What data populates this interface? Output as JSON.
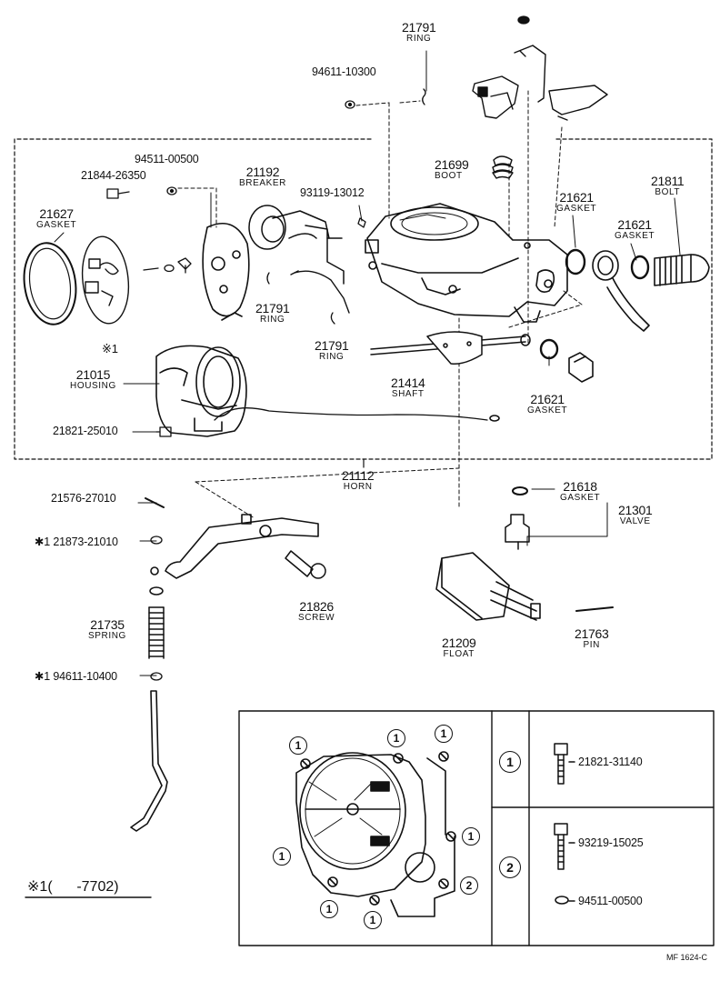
{
  "parts": [
    {
      "id": "p21791a",
      "number": "21791",
      "name": "RING"
    },
    {
      "id": "p946111030",
      "number": "94611-10300",
      "name": ""
    },
    {
      "id": "p945110050",
      "number": "94511-00500",
      "name": ""
    },
    {
      "id": "p218442635",
      "number": "21844-26350",
      "name": ""
    },
    {
      "id": "p21192",
      "number": "21192",
      "name": "BREAKER"
    },
    {
      "id": "p931191301",
      "number": "93119-13012",
      "name": ""
    },
    {
      "id": "p21699",
      "number": "21699",
      "name": "BOOT"
    },
    {
      "id": "p21811",
      "number": "21811",
      "name": "BOLT"
    },
    {
      "id": "p21627",
      "number": "21627",
      "name": "GASKET"
    },
    {
      "id": "p21621a",
      "number": "21621",
      "name": "GASKET"
    },
    {
      "id": "p21621b",
      "number": "21621",
      "name": "GASKET"
    },
    {
      "id": "p21791b",
      "number": "21791",
      "name": "RING"
    },
    {
      "id": "p21791c",
      "number": "21791",
      "name": "RING"
    },
    {
      "id": "p21015",
      "number": "21015",
      "name": "HOUSING"
    },
    {
      "id": "p21414",
      "number": "21414",
      "name": "SHAFT"
    },
    {
      "id": "p21621c",
      "number": "21621",
      "name": "GASKET"
    },
    {
      "id": "p218212501",
      "number": "21821-25010",
      "name": ""
    },
    {
      "id": "p21112",
      "number": "21112",
      "name": "HORN"
    },
    {
      "id": "p215762701",
      "number": "21576-27010",
      "name": ""
    },
    {
      "id": "p21618",
      "number": "21618",
      "name": "GASKET"
    },
    {
      "id": "p21301",
      "number": "21301",
      "name": "VALVE"
    },
    {
      "id": "p218732101",
      "number": "21873-21010",
      "name": ""
    },
    {
      "id": "p21826",
      "number": "21826",
      "name": "SCREW"
    },
    {
      "id": "p21735",
      "number": "21735",
      "name": "SPRING"
    },
    {
      "id": "p21209",
      "number": "21209",
      "name": "FLOAT"
    },
    {
      "id": "p21763",
      "number": "21763",
      "name": "PIN"
    },
    {
      "id": "p946111040",
      "number": "94611-10400",
      "name": ""
    }
  ],
  "marks": {
    "asterisk_one": "※1",
    "asterisk_prefix": "✱1",
    "circle_one": "1",
    "circle_two": "2"
  },
  "legend": {
    "row1_key": "1",
    "row1_part": "21821-31140",
    "row2_key": "2",
    "row2_part_a": "93219-15025",
    "row2_part_b": "94511-00500"
  },
  "footnote": {
    "mark": "※1",
    "text": "(      -7702)"
  },
  "drawing_code": "MF 1624-C"
}
